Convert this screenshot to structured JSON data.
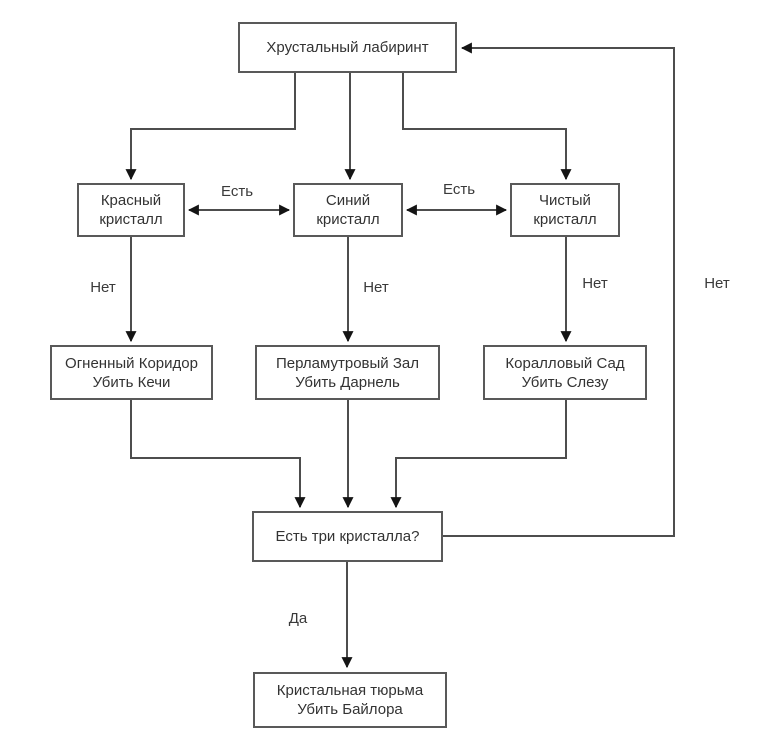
{
  "diagram": {
    "colors": {
      "background": "#ffffff",
      "line": "#4d4d4d",
      "box_border": "#595959",
      "text": "#333333",
      "arrowhead": "#141414"
    },
    "nodes": {
      "start": {
        "label": "Хрустальный лабиринт"
      },
      "red_crystal": {
        "line1": "Красный",
        "line2": "кристалл"
      },
      "blue_crystal": {
        "line1": "Синий",
        "line2": "кристалл"
      },
      "pure_crystal": {
        "line1": "Чистый",
        "line2": "кристалл"
      },
      "fire_corridor": {
        "line1": "Огненный Коридор",
        "line2": "Убить Кечи"
      },
      "pearl_hall": {
        "line1": "Перламутровый Зал",
        "line2": "Убить Дарнель"
      },
      "coral_garden": {
        "line1": "Коралловый Сад",
        "line2": "Убить Слезу"
      },
      "question": {
        "label": "Есть три кристалла?"
      },
      "crystal_prison": {
        "line1": "Кристальная тюрьма",
        "line2": "Убить Байлора"
      }
    },
    "edge_labels": {
      "have_left": "Есть",
      "have_right": "Есть",
      "no_left": "Нет",
      "no_middle": "Нет",
      "no_right": "Нет",
      "no_feedback": "Нет",
      "yes": "Да"
    }
  }
}
